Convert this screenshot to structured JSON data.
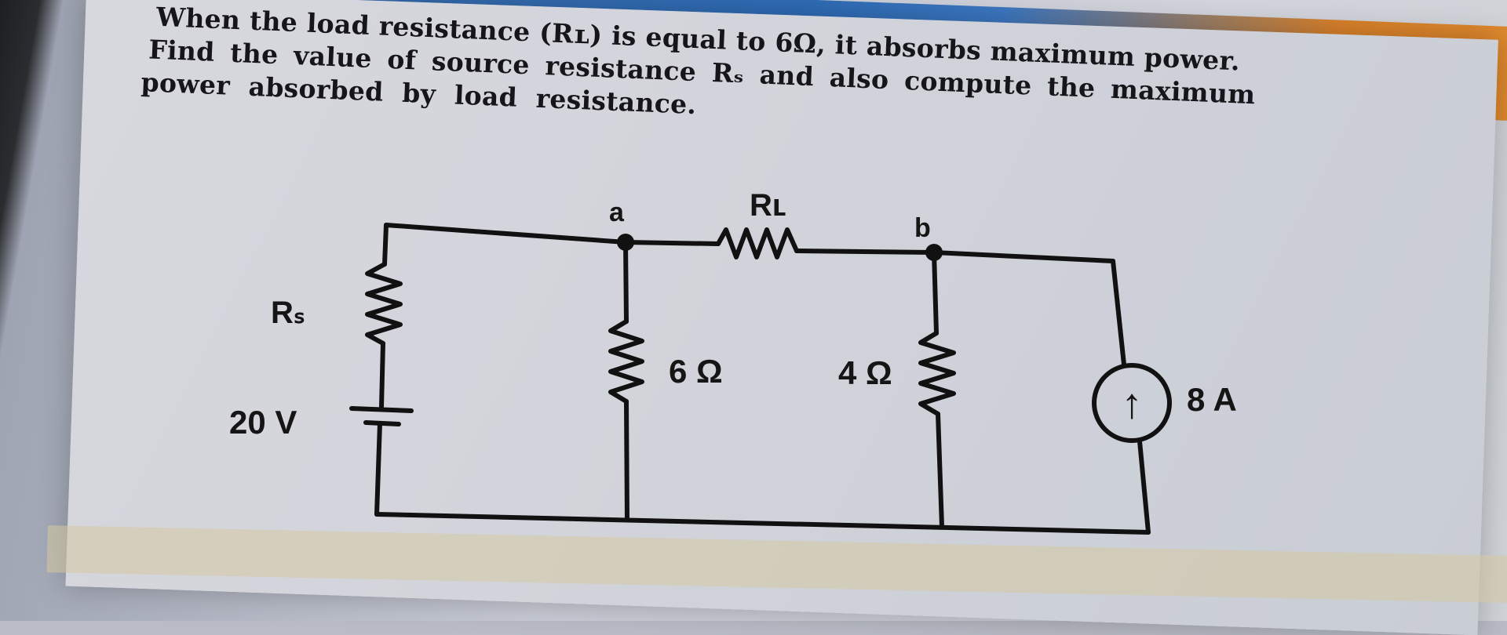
{
  "problem": {
    "line1": "When the load resistance (Rʟ) is equal to 6Ω, it absorbs maximum power.",
    "line2": "Find the value of source resistance Rₛ and also compute the maximum",
    "line3": "power absorbed by load resistance."
  },
  "circuit": {
    "node_a": "a",
    "node_b": "b",
    "load_resistor": "Rʟ",
    "source_resistor": "Rₛ",
    "voltage_source": "20 V",
    "resistor_6": "6 Ω",
    "resistor_4": "4 Ω",
    "current_source": "8 A",
    "current_arrow": "↑"
  }
}
